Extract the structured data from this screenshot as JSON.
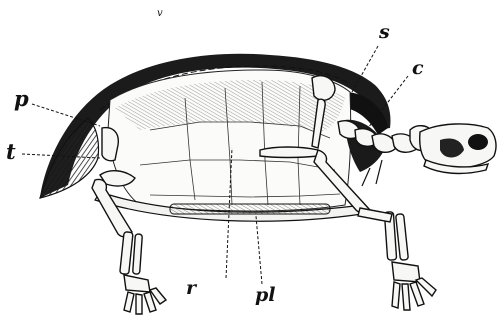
{
  "figure": {
    "labels": {
      "v": "v",
      "s": "s",
      "c": "c",
      "p": "p",
      "t": "t",
      "r": "r",
      "pl": "pl"
    }
  }
}
